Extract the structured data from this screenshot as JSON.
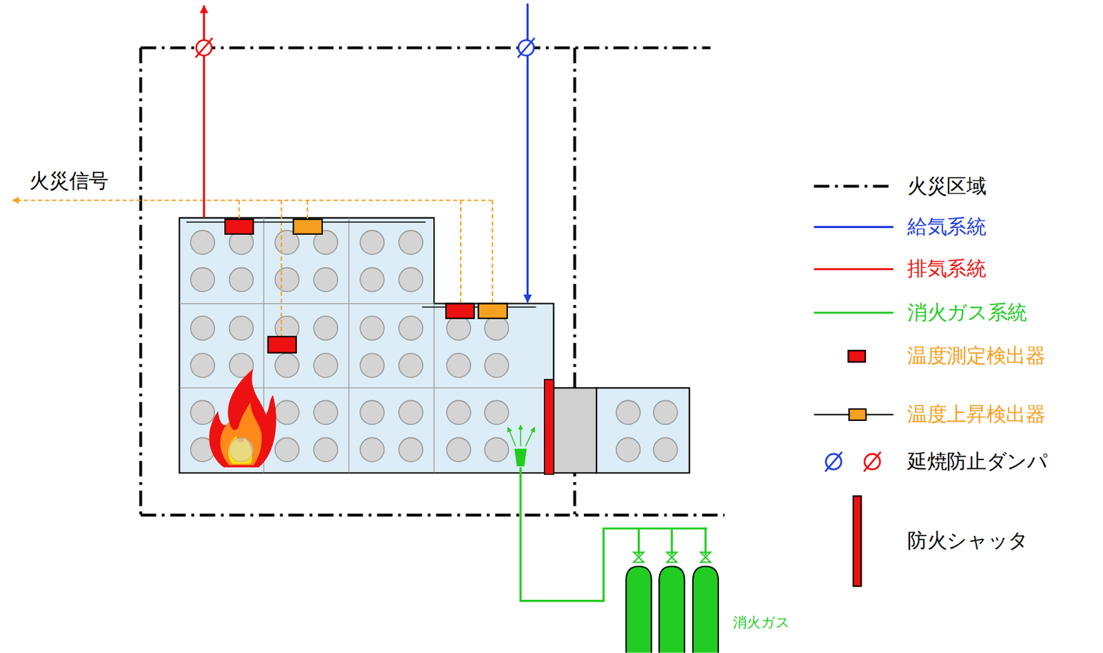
{
  "diagram": {
    "labels": [
      "火災信号",
      "消火ガス"
    ],
    "legend": [
      {
        "text": "火災区域"
      },
      {
        "text": "給気系統"
      },
      {
        "text": "排気系統"
      },
      {
        "text": "消火ガス系統"
      },
      {
        "text": "温度測定検出器",
        "color": "#ee1111"
      },
      {
        "text": "温度上昇検出器"
      },
      {
        "text": "延焼防止ダンパ"
      },
      {
        "text": "防火シャッタ",
        "color": "#ee1111"
      }
    ]
  }
}
